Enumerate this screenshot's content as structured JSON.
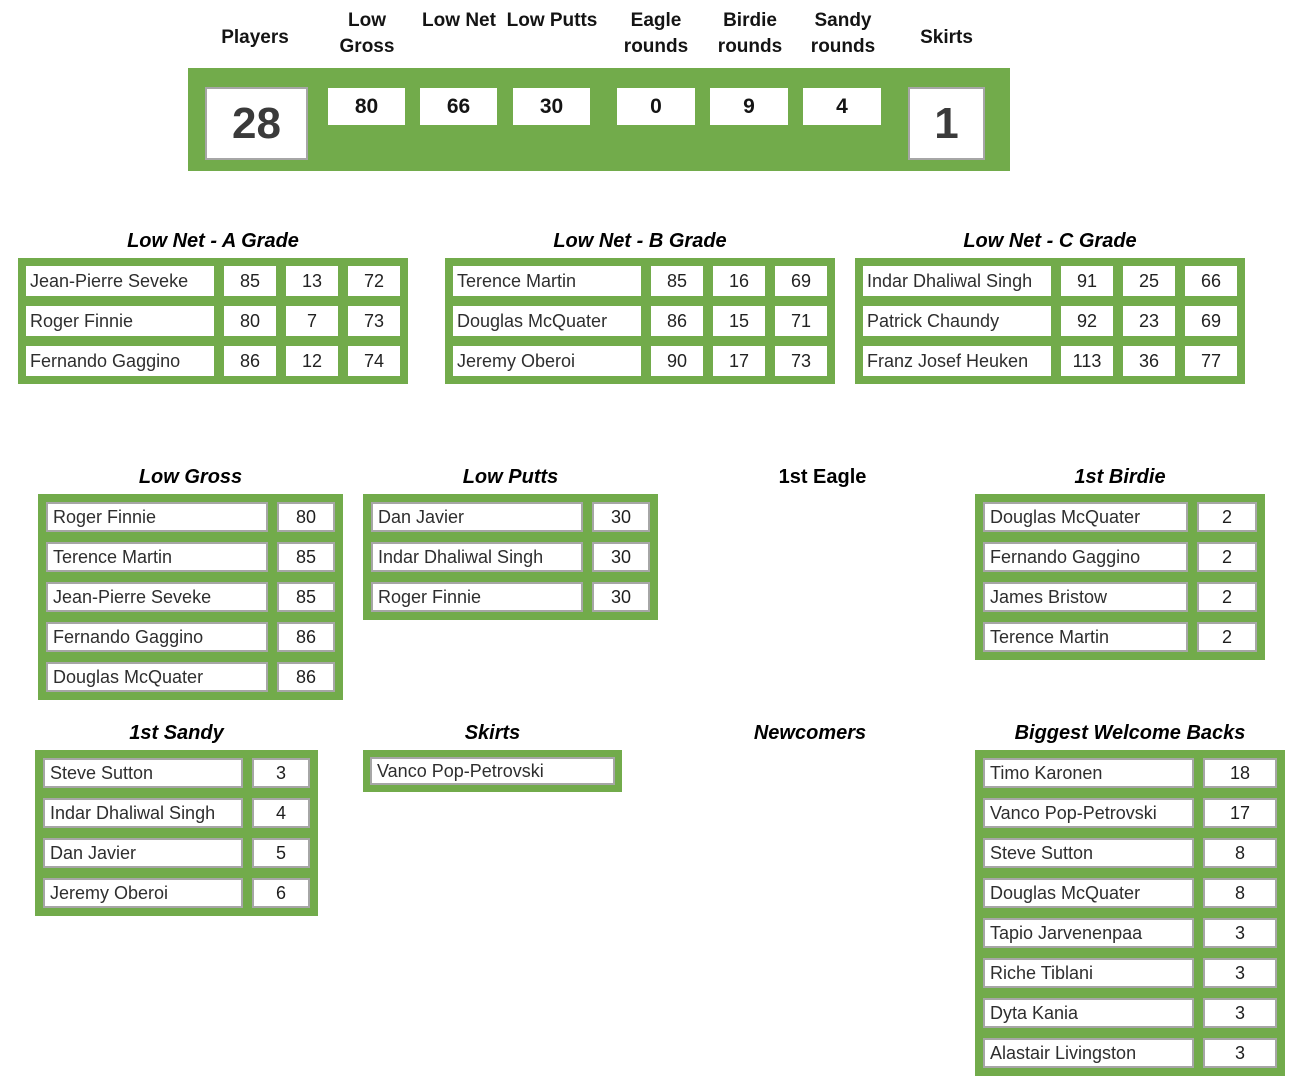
{
  "theme": {
    "green": "#72ab4b",
    "cell_border": "#a6a6a6"
  },
  "summary": {
    "columns": [
      {
        "label": "Players",
        "value": "28"
      },
      {
        "label": "Low Gross",
        "value": "80"
      },
      {
        "label": "Low Net",
        "value": "66"
      },
      {
        "label": "Low Putts",
        "value": "30"
      },
      {
        "label": "Eagle rounds",
        "value": "0"
      },
      {
        "label": "Birdie rounds",
        "value": "9"
      },
      {
        "label": "Sandy rounds",
        "value": "4"
      },
      {
        "label": "Skirts",
        "value": "1"
      }
    ]
  },
  "net_tables": [
    {
      "title": "Low Net - A Grade",
      "rows": [
        {
          "name": "Jean-Pierre Seveke",
          "gross": "85",
          "handicap": "13",
          "net": "72"
        },
        {
          "name": "Roger Finnie",
          "gross": "80",
          "handicap": "7",
          "net": "73"
        },
        {
          "name": "Fernando Gaggino",
          "gross": "86",
          "handicap": "12",
          "net": "74"
        }
      ]
    },
    {
      "title": "Low Net - B Grade",
      "rows": [
        {
          "name": "Terence Martin",
          "gross": "85",
          "handicap": "16",
          "net": "69"
        },
        {
          "name": "Douglas McQuater",
          "gross": "86",
          "handicap": "15",
          "net": "71"
        },
        {
          "name": "Jeremy Oberoi",
          "gross": "90",
          "handicap": "17",
          "net": "73"
        }
      ]
    },
    {
      "title": "Low Net - C Grade",
      "rows": [
        {
          "name": "Indar Dhaliwal Singh",
          "gross": "91",
          "handicap": "25",
          "net": "66"
        },
        {
          "name": "Patrick Chaundy",
          "gross": "92",
          "handicap": "23",
          "net": "69"
        },
        {
          "name": "Franz Josef Heuken",
          "gross": "113",
          "handicap": "36",
          "net": "77"
        }
      ]
    }
  ],
  "award_tables": {
    "low_gross": {
      "title": "Low Gross",
      "rows": [
        {
          "name": "Roger Finnie",
          "value": "80"
        },
        {
          "name": "Terence Martin",
          "value": "85"
        },
        {
          "name": "Jean-Pierre Seveke",
          "value": "85"
        },
        {
          "name": "Fernando Gaggino",
          "value": "86"
        },
        {
          "name": "Douglas McQuater",
          "value": "86"
        }
      ]
    },
    "low_putts": {
      "title": "Low Putts",
      "rows": [
        {
          "name": "Dan Javier",
          "value": "30"
        },
        {
          "name": "Indar Dhaliwal Singh",
          "value": "30"
        },
        {
          "name": "Roger Finnie",
          "value": "30"
        }
      ]
    },
    "first_eagle": {
      "title": "1st Eagle",
      "rows": []
    },
    "first_birdie": {
      "title": "1st Birdie",
      "rows": [
        {
          "name": "Douglas McQuater",
          "value": "2"
        },
        {
          "name": "Fernando Gaggino",
          "value": "2"
        },
        {
          "name": "James Bristow",
          "value": "2"
        },
        {
          "name": "Terence Martin",
          "value": "2"
        }
      ]
    },
    "first_sandy": {
      "title": "1st Sandy",
      "rows": [
        {
          "name": "Steve Sutton",
          "value": "3"
        },
        {
          "name": "Indar Dhaliwal Singh",
          "value": "4"
        },
        {
          "name": "Dan Javier",
          "value": "5"
        },
        {
          "name": "Jeremy Oberoi",
          "value": "6"
        }
      ]
    },
    "skirts": {
      "title": "Skirts",
      "rows": [
        {
          "name": "Vanco Pop-Petrovski"
        }
      ]
    },
    "newcomers": {
      "title": "Newcomers",
      "rows": []
    },
    "welcome_backs": {
      "title": "Biggest Welcome Backs",
      "rows": [
        {
          "name": "Timo Karonen",
          "value": "18"
        },
        {
          "name": "Vanco Pop-Petrovski",
          "value": "17"
        },
        {
          "name": "Steve Sutton",
          "value": "8"
        },
        {
          "name": "Douglas McQuater",
          "value": "8"
        },
        {
          "name": "Tapio Jarvenenpaa",
          "value": "3"
        },
        {
          "name": "Riche Tiblani",
          "value": "3"
        },
        {
          "name": "Dyta Kania",
          "value": "3"
        },
        {
          "name": "Alastair Livingston",
          "value": "3"
        }
      ]
    }
  }
}
